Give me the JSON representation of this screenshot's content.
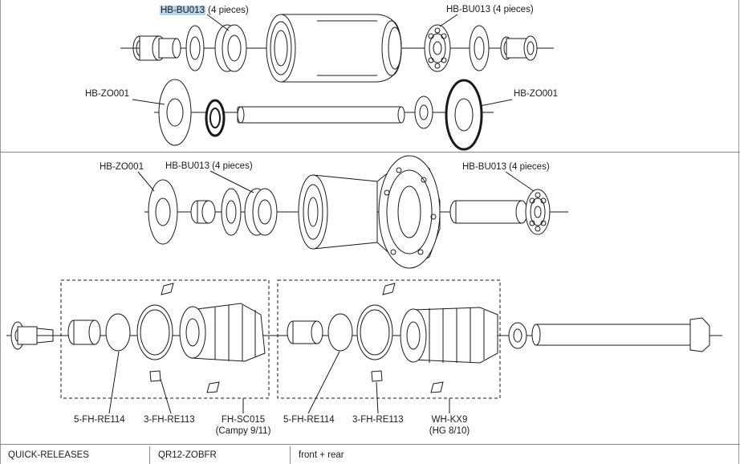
{
  "front_hub": {
    "bearing_left": "HB-BU013",
    "bearing_left_qty": "(4 pieces)",
    "bearing_right": "HB-BU013 (4 pieces)",
    "spacer_left": "HB-ZO001",
    "spacer_right": "HB-ZO001"
  },
  "rear_hub": {
    "spacer": "HB-ZO001",
    "bearing_left": "HB-BU013 (4 pieces)",
    "bearing_right": "HB-BU013 (4 pieces)"
  },
  "freehub_left": {
    "part_a": "5-FH-RE114",
    "part_b": "3-FH-RE113",
    "body": "FH-SC015",
    "body_note": "(Campy 9/11)"
  },
  "freehub_right": {
    "part_a": "5-FH-RE114",
    "part_b": "3-FH-RE113",
    "body": "WH-KX9",
    "body_note": "(HG 8/10)"
  },
  "table_row": {
    "category": "QUICK-RELEASES",
    "code": "QR12-ZOBFR",
    "description": "front + rear"
  }
}
